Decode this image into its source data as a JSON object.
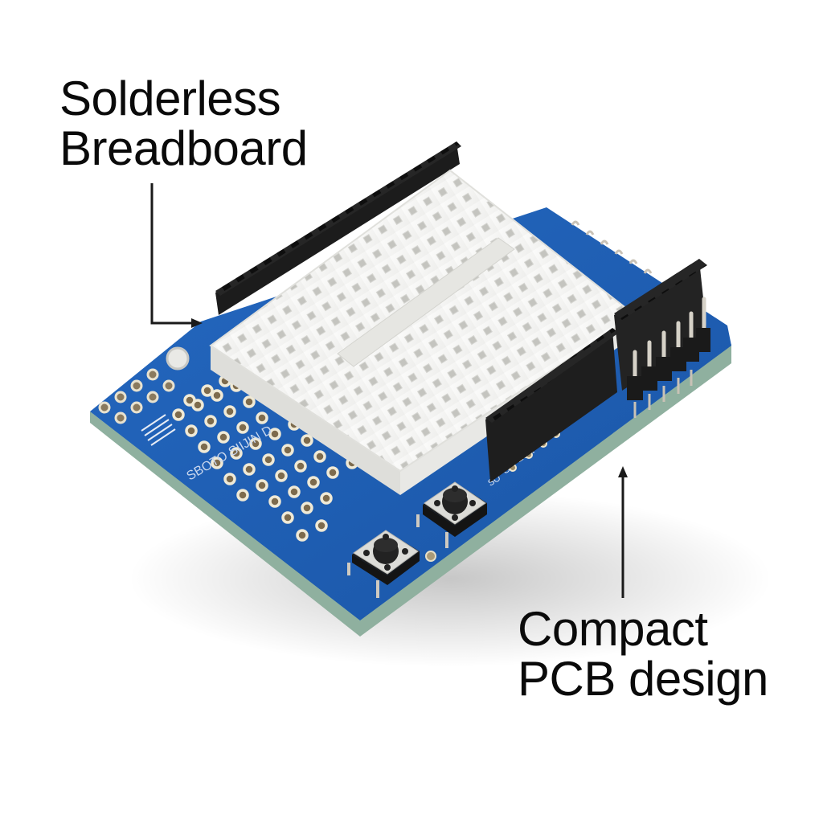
{
  "callouts": {
    "breadboard": {
      "line1": "Solderless",
      "line2": "Breadboard"
    },
    "pcb": {
      "line1": "Compact",
      "line2": "PCB design"
    }
  },
  "colors": {
    "pcb_blue": "#1f5fb3",
    "pcb_edge": "#9fb9a8",
    "breadboard_white": "#f4f4f2",
    "header_black": "#222222",
    "arrow": "#1a1a1a",
    "text": "#0a0a0a"
  },
  "product": {
    "components": [
      "mini-breadboard",
      "female-header-left",
      "female-header-right-short",
      "female-header-right-tall",
      "male-pin-row",
      "prototype-hole-grid",
      "tactile-button-1",
      "tactile-button-2"
    ]
  }
}
